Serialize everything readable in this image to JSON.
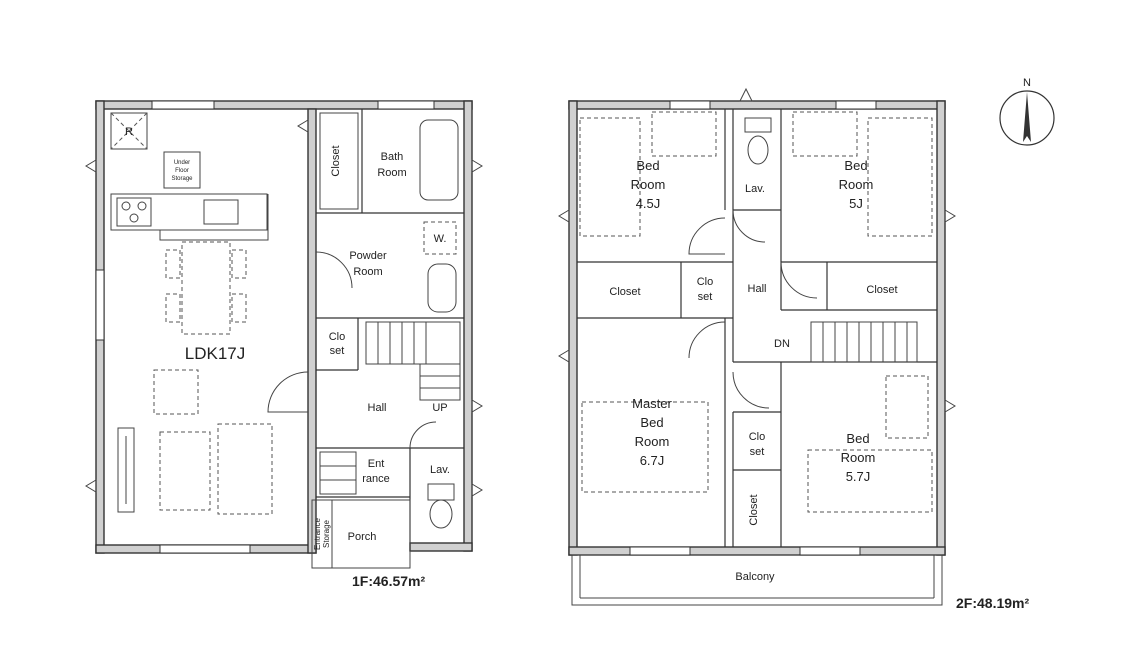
{
  "floor1": {
    "rooms": {
      "ldk": "LDK17J",
      "closet": "Closet",
      "bath_line1": "Bath",
      "bath_line2": "Room",
      "powder_line1": "Powder",
      "powder_line2": "Room",
      "washer": "W.",
      "closet_small_line1": "Clo",
      "closet_small_line2": "set",
      "hall": "Hall",
      "up": "UP",
      "entrance_line1": "Ent",
      "entrance_line2": "rance",
      "lav": "Lav.",
      "porch": "Porch",
      "entrance_storage_line1": "Entrance",
      "entrance_storage_line2": "Storage",
      "fridge": "R",
      "underfloor_line1": "Under",
      "underfloor_line2": "Floor",
      "underfloor_line3": "Storage"
    },
    "area": "1F:46.57m²"
  },
  "floor2": {
    "rooms": {
      "bed1_line1": "Bed",
      "bed1_line2": "Room",
      "bed1_line3": "4.5J",
      "lav": "Lav.",
      "bed2_line1": "Bed",
      "bed2_line2": "Room",
      "bed2_line3": "5J",
      "closet_left": "Closet",
      "closet_small_line1": "Clo",
      "closet_small_line2": "set",
      "hall": "Hall",
      "closet_right": "Closet",
      "dn": "DN",
      "master_line1": "Master",
      "master_line2": "Bed",
      "master_line3": "Room",
      "master_line4": "6.7J",
      "closet_small2_line1": "Clo",
      "closet_small2_line2": "set",
      "bed3_line1": "Bed",
      "bed3_line2": "Room",
      "bed3_line3": "5.7J",
      "closet_vertical": "Closet",
      "balcony": "Balcony"
    },
    "area": "2F:48.19m²"
  },
  "compass": "N"
}
